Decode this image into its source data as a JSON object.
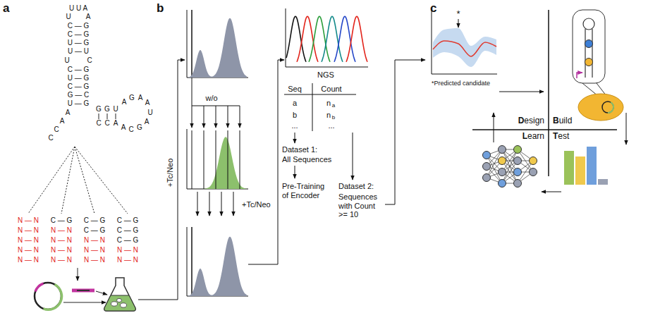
{
  "diagram": {
    "labels": [
      "a",
      "U U A",
      "U",
      "A",
      "C — G",
      "C — G",
      "U — G",
      "U — U",
      "U",
      "C",
      "C — G",
      "U — G",
      "C — G",
      "G — C",
      "U — G",
      "A",
      "A",
      "C",
      "C",
      "G",
      "G",
      "U",
      "C",
      "C",
      "A",
      "A",
      "G",
      "A",
      "A",
      "U",
      "A",
      "G",
      "C",
      "A",
      "N — N",
      "C — G",
      "C — G",
      "C — G",
      "N — N",
      "N — N",
      "C — G",
      "C — G",
      "N — N",
      "N — N",
      "N — N",
      "C — G",
      "N — N",
      "N — N",
      "N — N",
      "N — N",
      "N — N",
      "N — N",
      "N — N",
      "N — N",
      "b",
      "w/o",
      "+Tc/Neo",
      "+Tc/Neo",
      "NGS",
      "Seq",
      "Count",
      "a",
      "n",
      "a",
      "b",
      "n",
      "b",
      "...",
      "...",
      "Dataset 1:",
      "All Sequences",
      "Pre-Training of Encoder",
      "Dataset 2:",
      "Sequences with Count >= 10",
      "c",
      "*",
      "*Predicted candidate",
      "Design",
      "Build",
      "Learn",
      "Test"
    ]
  }
}
